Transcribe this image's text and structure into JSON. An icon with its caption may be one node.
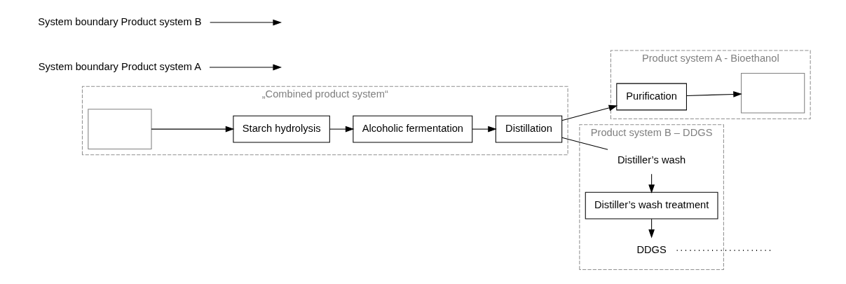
{
  "diagram": {
    "nodes": [
      {
        "text": [
          "„Combined product system“"
        ]
      },
      {
        "text": [],
        "shape": "box",
        "in": 0
      },
      {
        "text": [
          "Starch hydrolysis"
        ],
        "in": 0
      },
      {
        "text": [
          "Alcoholic fermentation"
        ],
        "in": 0
      },
      {
        "text": [
          "Distillation"
        ],
        "in": 0
      },
      {
        "text": [
          "Product system A - Bioethanol"
        ]
      },
      {
        "text": [
          "Purification"
        ],
        "in": 5
      },
      {
        "text": [],
        "shape": "box",
        "in": 5
      },
      {
        "text": [
          "Product system B – DDGS"
        ]
      },
      {
        "text": [
          "Distiller’s wash"
        ],
        "in": 8
      },
      {
        "text": [
          "Distiller’s wash treatment"
        ],
        "in": 8
      },
      {
        "text": [
          "DDGS"
        ],
        "in": 8
      },
      {
        "text": [
          "System boundary Product system A"
        ]
      },
      {
        "text": [
          "System boundary Product system B"
        ]
      }
    ],
    "edges": [
      {
        "from": 1,
        "to": 2,
        "arrow": "to"
      },
      {
        "from": 2,
        "to": 3,
        "arrow": "to"
      },
      {
        "from": 3,
        "to": 4,
        "arrow": "to"
      },
      {
        "from": 4,
        "to": 6,
        "arrow": "to"
      },
      {
        "from": 6,
        "to": 7,
        "arrow": "to"
      },
      {
        "from": 4,
        "to": 9,
        "arrow": "none"
      },
      {
        "from": 9,
        "to": 10,
        "arrow": "to"
      },
      {
        "from": 10,
        "to": 11,
        "arrow": "to"
      },
      {
        "from": 11,
        "to": null,
        "arrow": "none",
        "style": "dashed"
      },
      {
        "from": 12,
        "to": null,
        "arrow": "to"
      },
      {
        "from": 13,
        "to": null,
        "arrow": "to"
      }
    ]
  }
}
